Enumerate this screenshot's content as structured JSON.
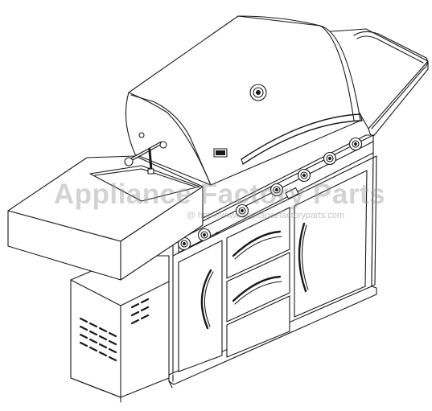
{
  "figure": {
    "subject": "grill-illustration",
    "colors": {
      "line": "#1a1a1a",
      "background": "#ffffff",
      "watermark": "#9a9a9a"
    }
  },
  "watermark": {
    "brand": "Appliance Factory Parts",
    "url": "@ http://www.appliancefactoryparts.com"
  }
}
